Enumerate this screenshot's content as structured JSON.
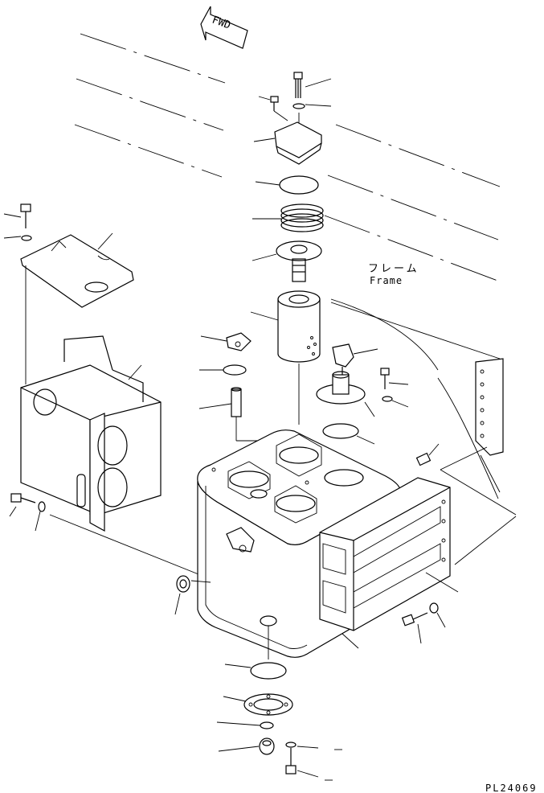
{
  "diagram": {
    "direction_marker": "FWD",
    "callout_jp": "フレーム",
    "callout_en": "Frame",
    "drawing_code": "PL24069"
  },
  "colors": {
    "line": "#000000",
    "background": "#ffffff"
  }
}
